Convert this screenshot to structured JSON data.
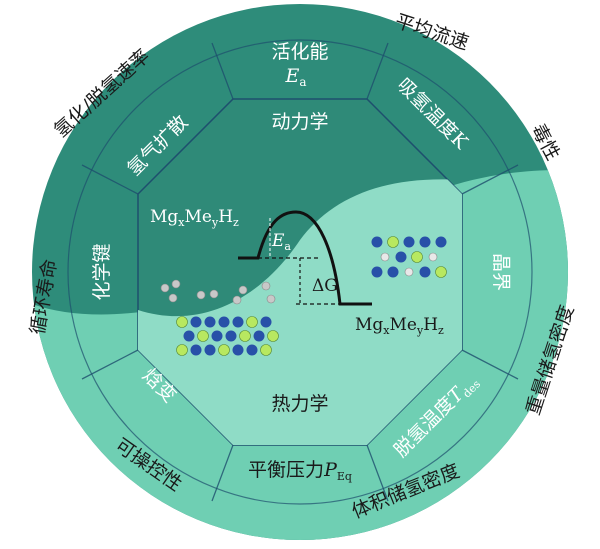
{
  "colors": {
    "outer_ring": "#2e8c7a",
    "kinetics_region": "#2f8a78",
    "thermo_region": "#8fdcc6",
    "thermo_outer": "#6fcfb3",
    "outline": "#1e4f6e",
    "text_light": "#ffffff",
    "text_dark": "#1a1a1a",
    "atom_blue": "#2850a8",
    "atom_green": "#b8e860",
    "atom_grey": "#c8c8c8"
  },
  "outer_labels": {
    "top_right_1": "平均流速",
    "right_1": "毒性",
    "right_2": "重量储氢密度",
    "bottom_right": "体积储氢密度",
    "bottom_left": "可操控性",
    "left": "循环寿命",
    "top_left": "氢化/脱氢速率"
  },
  "ring_segments": {
    "top": "活化能",
    "top_symbol": "E",
    "top_symbol_sub": "a",
    "top_right": "吸氢温度K",
    "right": "晶界",
    "bottom_right": "脱氢温度",
    "bottom_right_symbol": "T",
    "bottom_right_sub": "des",
    "bottom": "平衡压力",
    "bottom_symbol": "P",
    "bottom_sub": "Eq",
    "bottom_left": "焓变",
    "left": "化学键",
    "top_left": "氢气扩散"
  },
  "center": {
    "kinetics": "动力学",
    "thermo": "热力学",
    "formula_left": {
      "a": "Mg",
      "a_sub": "x",
      "b": "Me",
      "b_sub": "y",
      "c": "H",
      "c_sub": "z"
    },
    "formula_right": {
      "a": "Mg",
      "a_sub": "x",
      "b": "Me",
      "b_sub": "y",
      "c": "H",
      "c_sub": "z"
    },
    "ea_symbol": "E",
    "ea_sub": "a",
    "dg_label": "ΔG"
  }
}
